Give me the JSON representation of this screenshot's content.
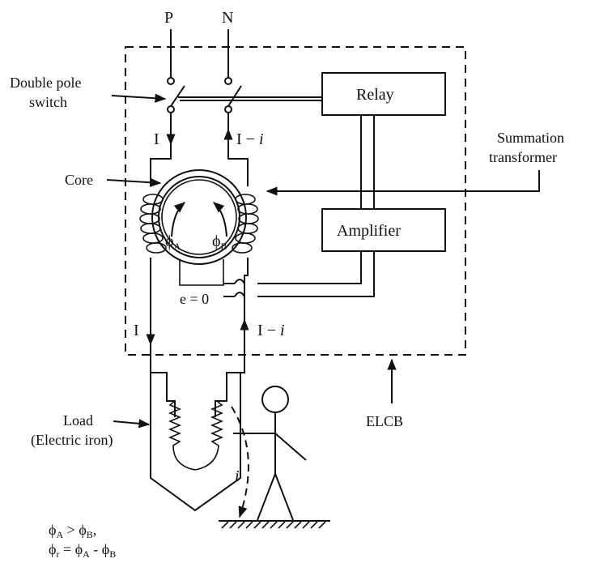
{
  "labels": {
    "P": "P",
    "N": "N",
    "double_pole_switch_1": "Double pole",
    "double_pole_switch_2": "switch",
    "relay": "Relay",
    "summation_1": "Summation",
    "summation_2": "transformer",
    "core": "Core",
    "amplifier": "Amplifier",
    "I_top": "I",
    "I_minus_i_top": "I − ",
    "i_italic": "i",
    "phi": "ϕ",
    "sub_A": "A",
    "sub_B": "B",
    "sub_r": "r",
    "e_zero": "e = 0",
    "I_bottom": "I",
    "I_minus_i_bottom": "I − ",
    "load_1": "Load",
    "load_2": "(Electric iron)",
    "elcb": "ELCB",
    "leak_i": "i",
    "gt": " > ",
    "comma": ",",
    "eq": " = ",
    "minus": " - "
  }
}
